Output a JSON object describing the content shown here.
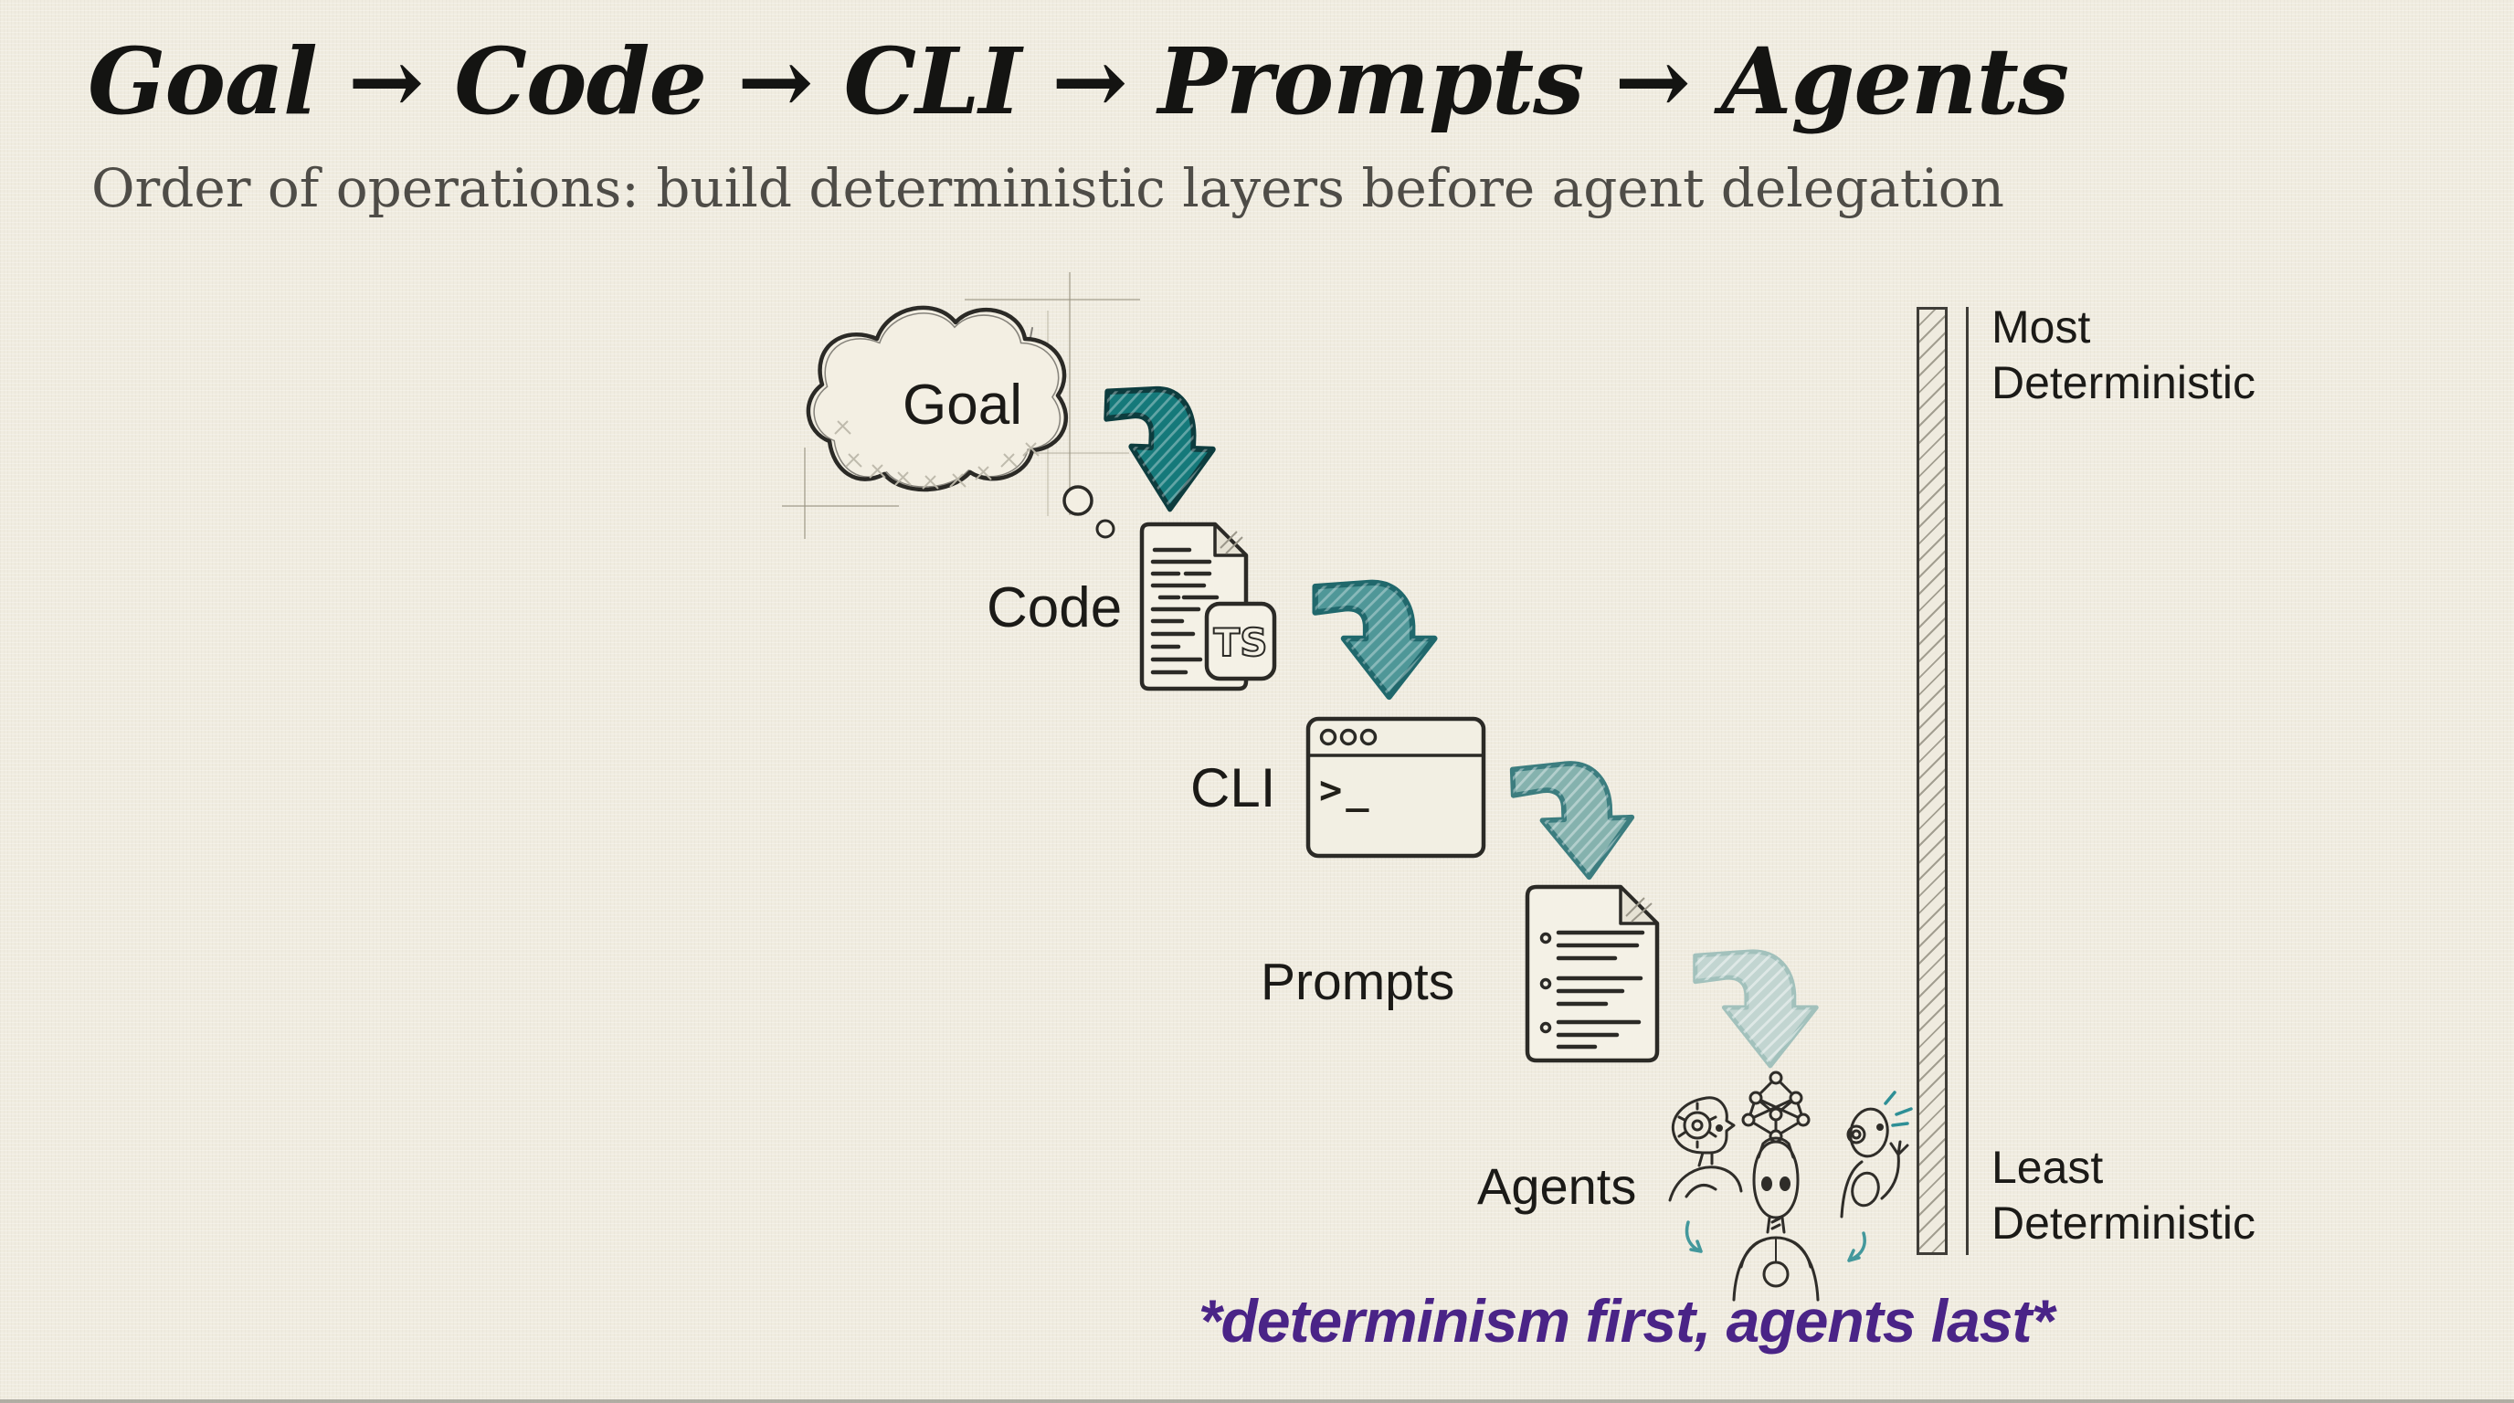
{
  "page": {
    "background_color": "#f0ece0",
    "ink_color": "#2b2a26",
    "bottom_edge_color": "#a09e94"
  },
  "header": {
    "title": "Goal → Code → CLI → Prompts → Agents",
    "subtitle": "Order of operations: build deterministic layers before agent delegation"
  },
  "flow": {
    "steps": [
      {
        "label": "Goal",
        "icon": "thought-cloud-icon"
      },
      {
        "label": "Code",
        "icon": "code-document-icon",
        "badge": "TS"
      },
      {
        "label": "CLI",
        "icon": "terminal-window-icon",
        "prompt": ">_"
      },
      {
        "label": "Prompts",
        "icon": "bullet-document-icon"
      },
      {
        "label": "Agents",
        "icon": "robot-group-icon"
      }
    ],
    "arrows": [
      {
        "from": "Goal",
        "to": "Code",
        "fill": "#15797a",
        "stroke": "#0d3c3e"
      },
      {
        "from": "Code",
        "to": "CLI",
        "fill": "#4f9798",
        "stroke": "#20686c"
      },
      {
        "from": "CLI",
        "to": "Prompts",
        "fill": "#85b2ae",
        "stroke": "#3c7d7f"
      },
      {
        "from": "Prompts",
        "to": "Agents",
        "fill": "#c2d5d1",
        "stroke": "#a2c1bc"
      }
    ]
  },
  "determinism_scale": {
    "top_line1": "Most",
    "top_line2": "Deterministic",
    "bottom_line1": "Least",
    "bottom_line2": "Deterministic"
  },
  "footer": {
    "note": "*determinism first, agents last*",
    "note_color": "#4a2487"
  }
}
